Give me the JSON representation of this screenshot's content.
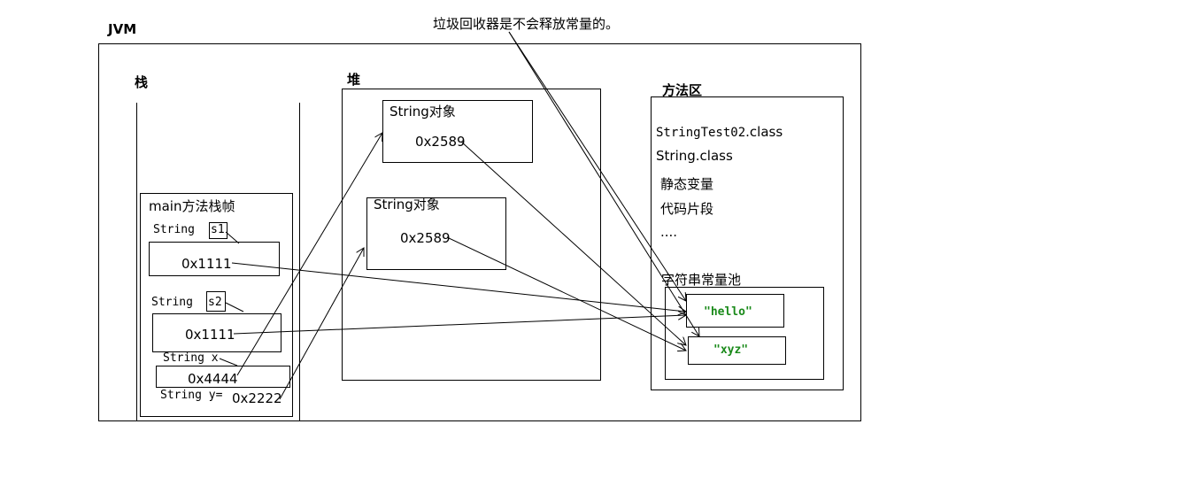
{
  "note": "垃圾回收器是不会释放常量的。",
  "jvm": {
    "label": "JVM"
  },
  "stack": {
    "label": "栈",
    "frame": {
      "label": "main方法栈帧",
      "s1": {
        "type": "String",
        "name": "s1",
        "value": "0x1111"
      },
      "s2": {
        "type": "String",
        "name": "s2",
        "value": "0x1111"
      },
      "x": {
        "label": "String x",
        "value": "0x4444"
      },
      "y": {
        "label": "String y=",
        "value": "0x2222"
      }
    }
  },
  "heap": {
    "label": "堆",
    "objects": [
      {
        "label": "String对象",
        "address": "0x2589"
      },
      {
        "label": "String对象",
        "address": "0x2589"
      }
    ]
  },
  "method_area": {
    "label": "方法区",
    "class1_name": "StringTest02",
    "class1_ext": ".class",
    "class2": "String.class",
    "static_vars": "静态变量",
    "code_segment": "代码片段",
    "ellipsis": "....",
    "pool": {
      "label": "字符串常量池",
      "items": [
        "\"hello\"",
        "\"xyz\""
      ]
    }
  }
}
